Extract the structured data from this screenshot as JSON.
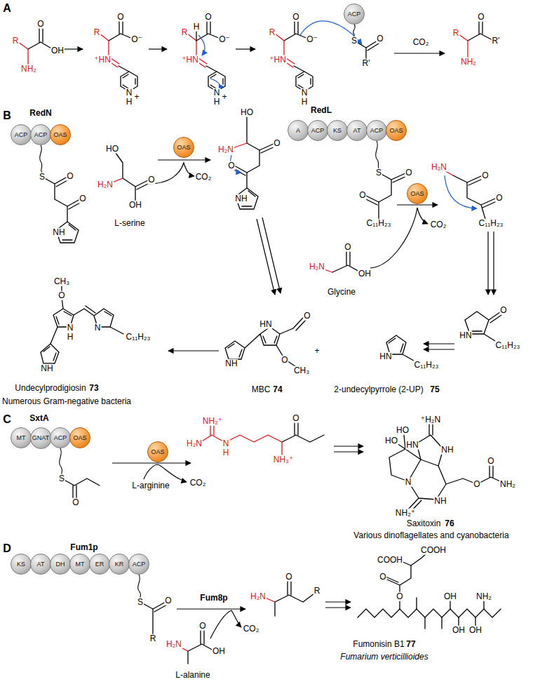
{
  "diagram": {
    "nodes": [
      {
        "text": [
          "ACP"
        ]
      },
      {
        "text": [
          "ACP"
        ]
      },
      {
        "text": [
          "ACP"
        ]
      },
      {
        "text": [
          "OAS"
        ]
      },
      {
        "text": [
          "OAS"
        ]
      },
      {
        "text": [
          "A"
        ]
      },
      {
        "text": [
          "ACP"
        ]
      },
      {
        "text": [
          "KS"
        ]
      },
      {
        "text": [
          "AT"
        ]
      },
      {
        "text": [
          "ACP"
        ]
      },
      {
        "text": [
          "OAS"
        ]
      },
      {
        "text": [
          "OAS"
        ]
      },
      {
        "text": [
          "MT"
        ]
      },
      {
        "text": [
          "GNAT"
        ]
      },
      {
        "text": [
          "ACP"
        ]
      },
      {
        "text": [
          "OAS"
        ]
      },
      {
        "text": [
          "OAS"
        ]
      },
      {
        "text": [
          "KS"
        ]
      },
      {
        "text": [
          "AT"
        ]
      },
      {
        "text": [
          "DH"
        ]
      },
      {
        "text": [
          "MT"
        ]
      },
      {
        "text": [
          "ER"
        ]
      },
      {
        "text": [
          "KR"
        ]
      },
      {
        "text": [
          "ACP"
        ]
      }
    ],
    "labels": [
      "A",
      "R",
      "O",
      "OH",
      "NH₂",
      "R",
      "O",
      "O⁻",
      "⁺HN",
      "N",
      "H",
      "+",
      "R",
      "H",
      "O",
      "O⁻",
      "⁺HN",
      "N",
      "H",
      "+",
      "R",
      "O",
      "O⁻",
      "⁺HN",
      "N",
      "H",
      "S",
      "O",
      "R'",
      "CO₂",
      "R",
      "O",
      "R'",
      "NH₂",
      "B",
      "RedN",
      "S",
      "O",
      "O",
      "NH",
      "HO",
      "H₂N",
      "O",
      "OH",
      "L-serine",
      "CO₂",
      "HO",
      "H₂N",
      "O",
      "O",
      "NH",
      "RedL",
      "S",
      "O",
      "O",
      "C₁₁H₂₃",
      "H₂N",
      "O",
      "OH",
      "Glycine",
      "CO₂",
      "H₂N",
      "O",
      "O",
      "C₁₁H₂₃",
      "O",
      "HN",
      "C₁₁H₂₃",
      "HN",
      "C₁₁H₂₃",
      "+",
      "NH",
      "HN",
      "O",
      "O",
      "CH₃",
      "MBC",
      "74",
      "CH₃",
      "O",
      "N",
      "H",
      "N",
      "C₁₁H₂₃",
      "NH",
      "Undecylprodigiosin",
      "73",
      "Numerous Gram-negative bacteria",
      "2-undecylpyrrole (2-UP)",
      "75",
      "C",
      "SxtA",
      "S",
      "O",
      "L-arginine",
      "CO₂",
      "NH₂⁺",
      "H₂N",
      "N",
      "H",
      "NH₃⁺",
      "O",
      "⁺H₂N",
      "HO",
      "HO",
      "HN",
      "NH",
      "N",
      "NH₂⁺",
      "NH",
      "O",
      "O",
      "NH₂",
      "Saxitoxin",
      "76",
      "Various dinoflagellates and cyanobacteria",
      "D",
      "Fum1p",
      "S",
      "O",
      "R",
      "Fum8p",
      "CO₂",
      "H₂N",
      "O",
      "OH",
      "L-alanine",
      "H₂N",
      "O",
      "R",
      "O",
      "O",
      "COOH",
      "COOH",
      "OH",
      "OH",
      "OH",
      "NH₂",
      "Fumonisin B1",
      "77",
      "Fumarium verticillioides"
    ]
  }
}
